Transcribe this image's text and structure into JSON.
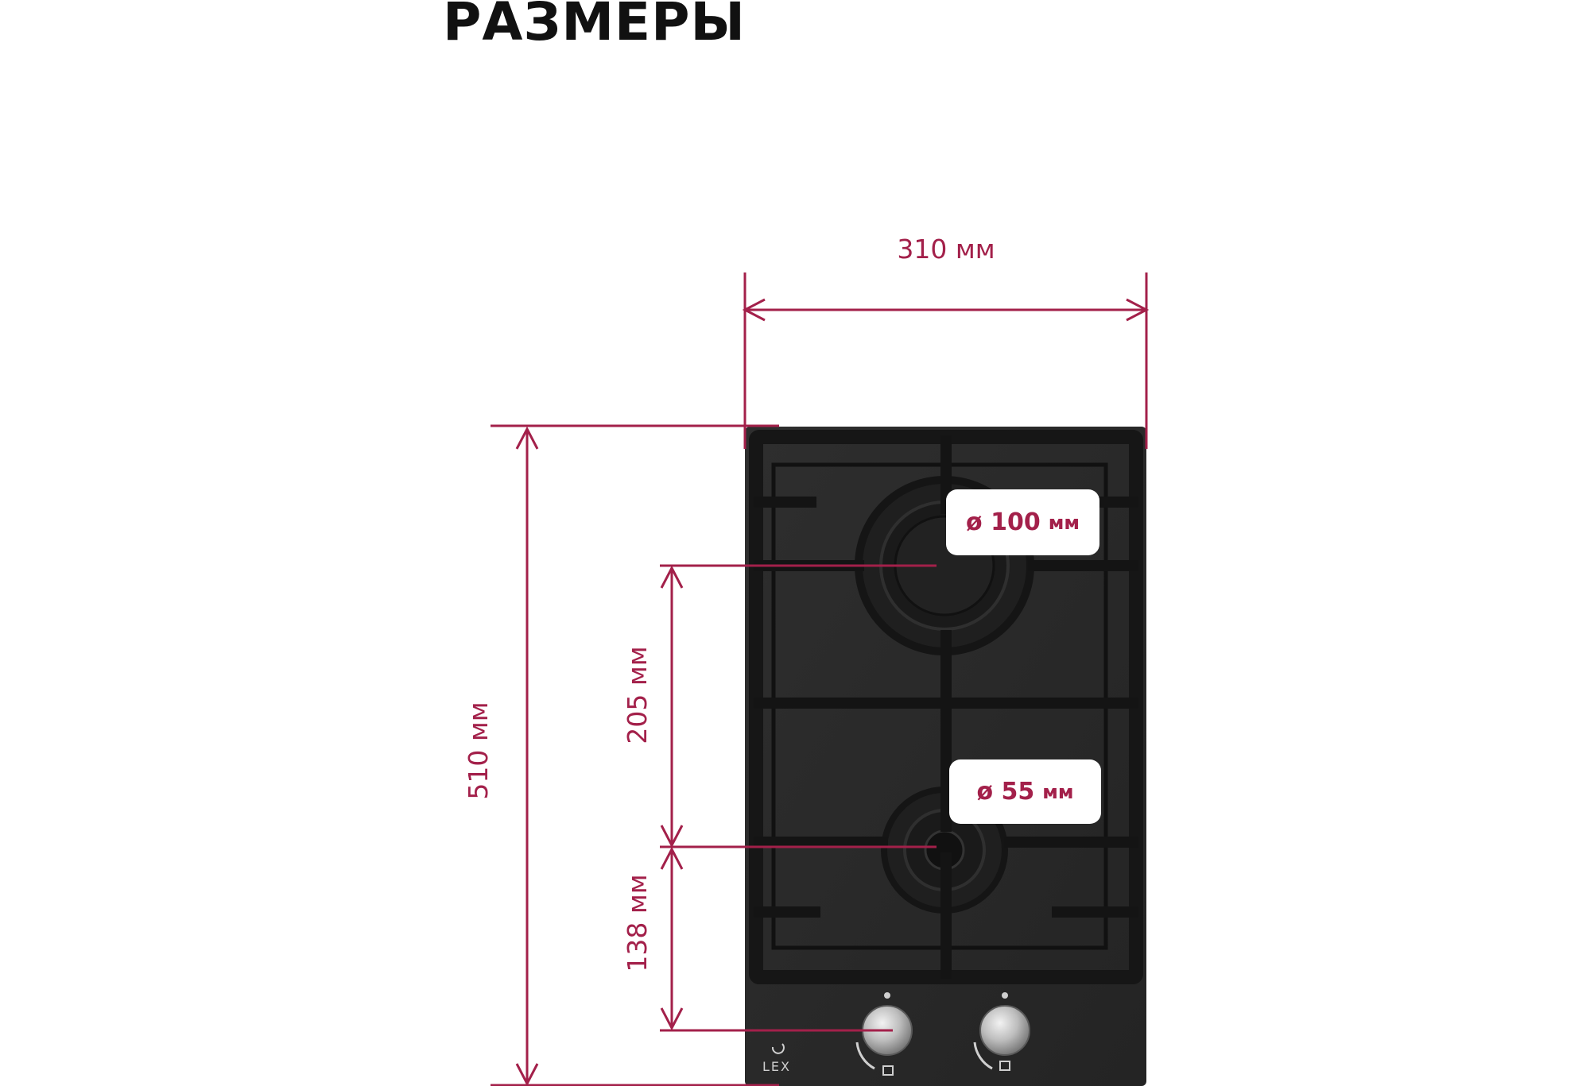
{
  "title": "РАЗМЕРЫ",
  "dimensions": {
    "width": "310 мм",
    "height": "510 мм",
    "burner_spacing": "205 мм",
    "burner_to_knob": "138 мм"
  },
  "burners": {
    "large": {
      "prefix": "ø 100",
      "unit": "мм"
    },
    "small": {
      "prefix": "ø 55",
      "unit": "мм"
    }
  },
  "brand": "LEX",
  "colors": {
    "dimension": "#a3204a",
    "hob": "#2a2a2a",
    "grate": "#1c1c1c",
    "background": "#ffffff"
  }
}
